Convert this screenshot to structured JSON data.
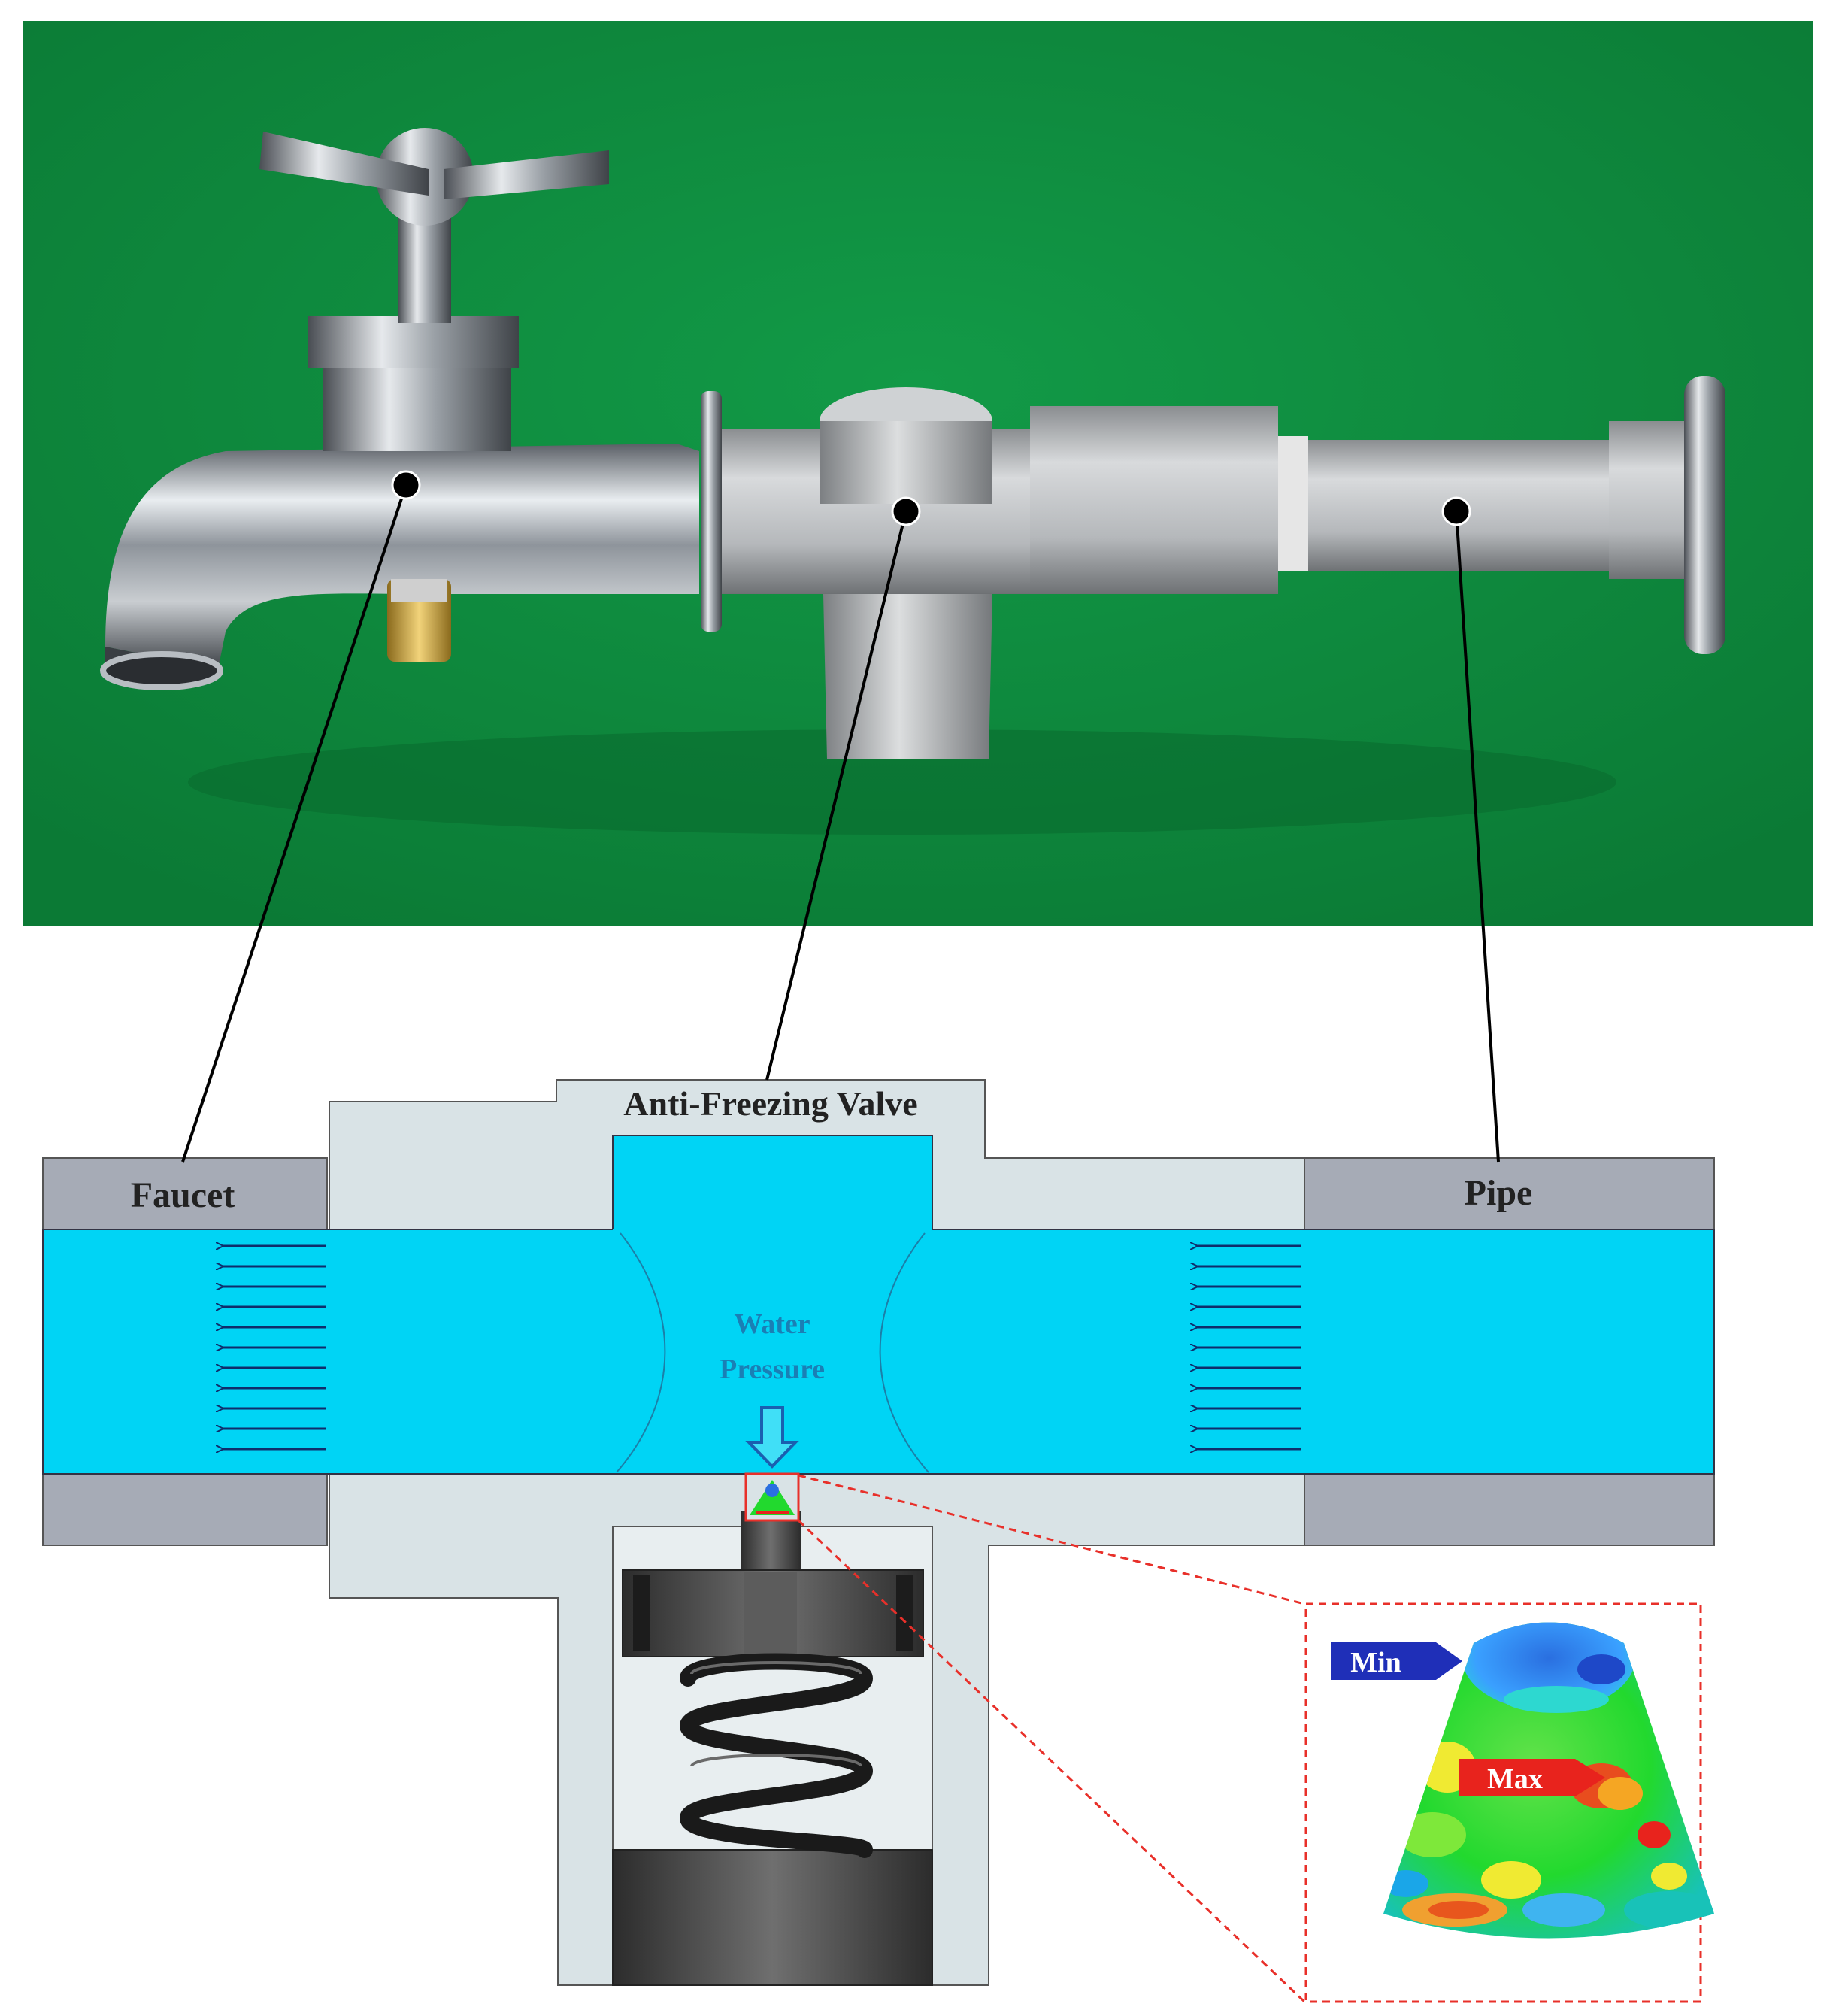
{
  "figure": {
    "labels": {
      "faucet": "Faucet",
      "valve": "Anti-Freezing Valve",
      "pipe": "Pipe",
      "water_pressure_line1": "Water",
      "water_pressure_line2": "Pressure",
      "min": "Min",
      "max": "Max"
    },
    "colors": {
      "photo_background": "#0f8a3e",
      "water": "#00d4f5",
      "valve_body": "#d9e3e6",
      "pipe_wall": "#a6abb6",
      "spring": "#222222",
      "zoom_box": "#e8302a",
      "min_tag": "#1f2fb8",
      "max_tag": "#e8231d",
      "water_text": "#1a7fb5"
    }
  }
}
